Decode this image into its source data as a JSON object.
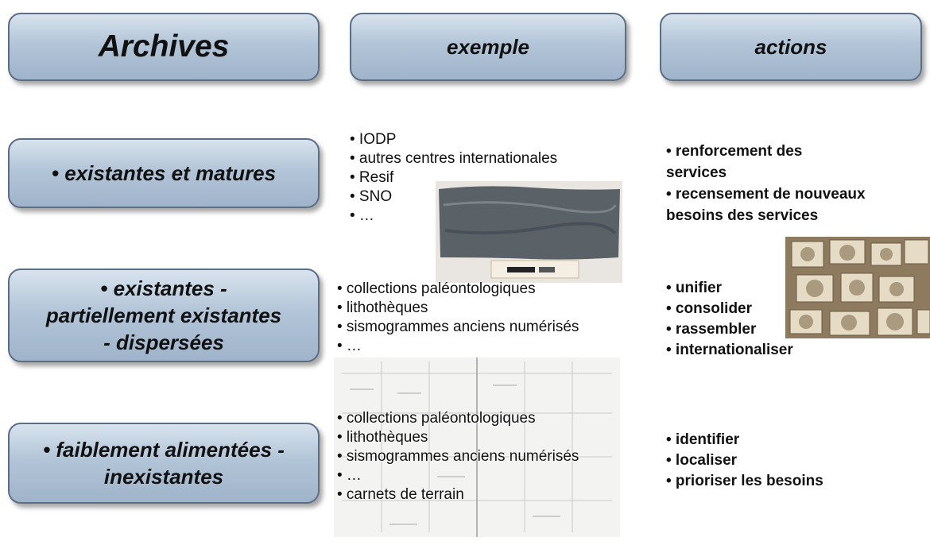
{
  "headers": {
    "archives": "Archives",
    "exemple": "exemple",
    "actions": "actions"
  },
  "rows": [
    {
      "category_lines": [
        "• existantes et matures"
      ],
      "examples": [
        "• IODP",
        "• autres centres internationales",
        "• Resif",
        "• SNO",
        "• …"
      ],
      "actions": [
        "• renforcement des",
        "services",
        "• recensement de nouveaux",
        "besoins des services"
      ]
    },
    {
      "category_lines": [
        "• existantes -",
        "partiellement existantes",
        "- dispersées"
      ],
      "examples": [
        "• collections paléontologiques",
        "• lithothèques",
        "• sismogrammes anciens numérisés",
        "• …"
      ],
      "actions": [
        "• unifier",
        "• consolider",
        "• rassembler",
        "• internationaliser"
      ]
    },
    {
      "category_lines": [
        "• faiblement alimentées -",
        "inexistantes"
      ],
      "examples": [
        "• collections paléontologiques",
        "• lithothèques",
        "• sismogrammes anciens numérisés",
        "• …",
        "• carnets de terrain"
      ],
      "actions": [
        "• identifier",
        "• localiser",
        "• prioriser les besoins"
      ]
    }
  ],
  "colors": {
    "box_border": "#5b6e85",
    "box_fill": "#b3c5d8"
  }
}
